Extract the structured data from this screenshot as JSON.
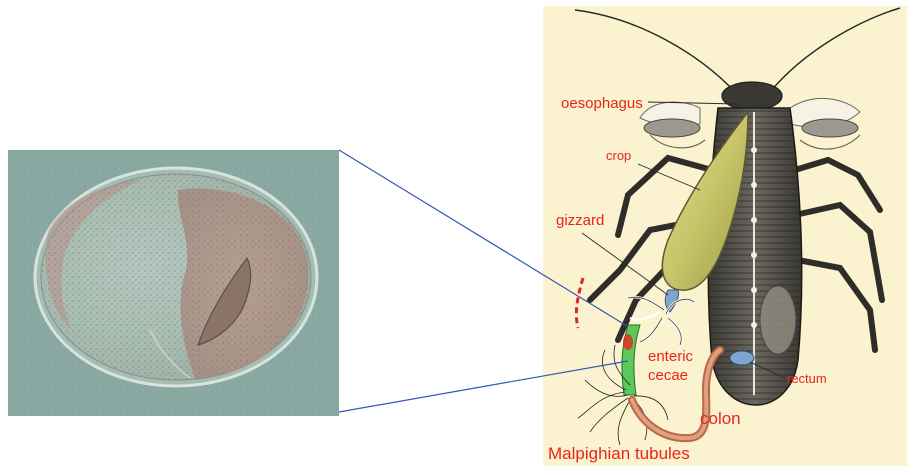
{
  "colors": {
    "label_text": "#e8251e",
    "connector_line": "#3458b5",
    "parchment_bg": "#fbf2cf",
    "micrograph_bg": "#88aaa2"
  },
  "labels": {
    "oesophagus": "oesophagus",
    "crop": "crop",
    "gizzard": "gizzard",
    "enteric_line1": "enteric",
    "enteric_line2": "cecae",
    "rectum": "rectum",
    "colon": "colon",
    "malpighian": "Malpighian tubules"
  }
}
